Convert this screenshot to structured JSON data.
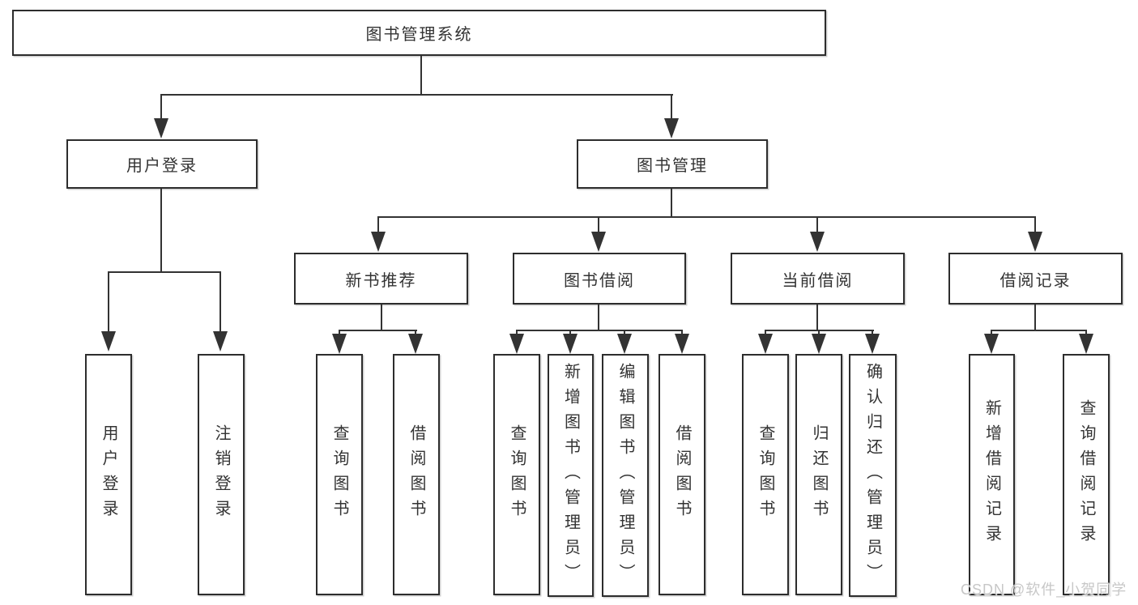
{
  "nodes": {
    "root": "图书管理系统",
    "l2_user_login": "用户登录",
    "l2_book_mgmt": "图书管理",
    "l3_new_book_rec": "新书推荐",
    "l3_book_borrow": "图书借阅",
    "l3_current_borrow": "当前借阅",
    "l3_borrow_record": "借阅记录",
    "leaf_user_login": "用户登录",
    "leaf_logout": "注销登录",
    "leaf_nb_query_book": "查询图书",
    "leaf_nb_borrow_book": "借阅图书",
    "leaf_bb_query_book": "查询图书",
    "leaf_bb_add_book": "新增图书（管理员）",
    "leaf_bb_edit_book": "编辑图书（管理员）",
    "leaf_bb_borrow_book": "借阅图书",
    "leaf_cb_query_book": "查询图书",
    "leaf_cb_return_book": "归还图书",
    "leaf_cb_confirm_return": "确认归还（管理员）",
    "leaf_br_add_record": "新增借阅记录",
    "leaf_br_query_record": "查询借阅记录"
  },
  "watermark": "CSDN @软件_小贺同学",
  "colors": {
    "background": "#ffffff",
    "box_border": "#2d2d2d",
    "line": "#333333",
    "text": "#333333",
    "watermark": "#c7c7c7"
  }
}
